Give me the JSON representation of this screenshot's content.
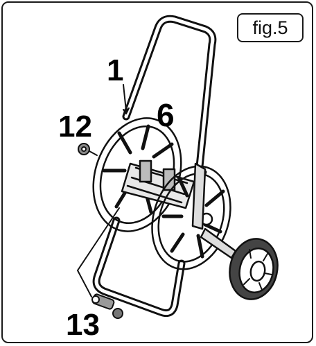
{
  "figure": {
    "label": "fig.5",
    "callouts": {
      "part_1": "1",
      "part_6": "6",
      "part_12": "12",
      "part_13": "13"
    }
  }
}
